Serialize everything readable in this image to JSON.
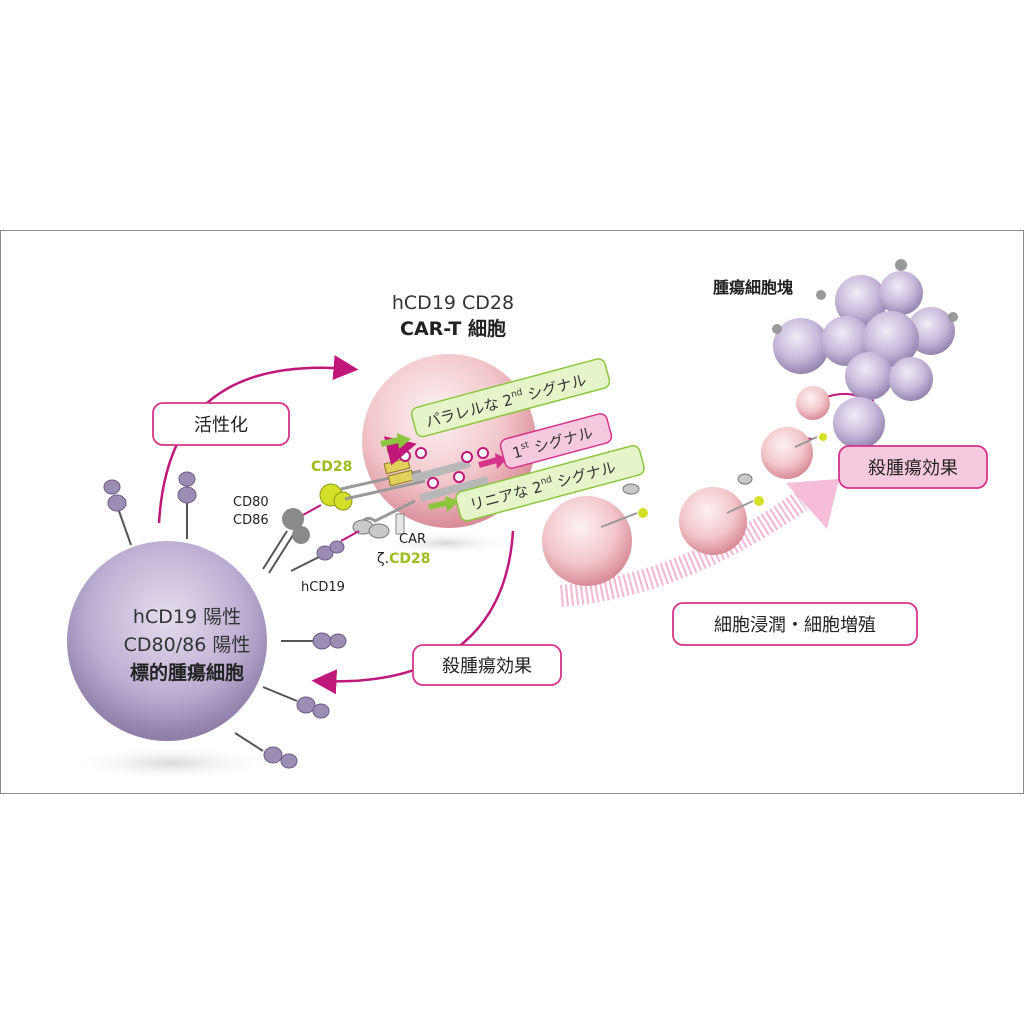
{
  "labels": {
    "car_t_title_1": "hCD19 CD28",
    "car_t_title_2": "CAR-T 細胞",
    "tumor_mass": "腫瘍細胞塊",
    "activation": "活性化",
    "parallel_prefix": "パラレルな 2",
    "parallel_sup": "nd",
    "parallel_suffix": " シグナル",
    "first_prefix": "1",
    "first_sup": "st",
    "first_suffix": " シグナル",
    "linear_prefix": "リニアな 2",
    "linear_sup": "nd",
    "linear_suffix": " シグナル",
    "cd28_top": "CD28",
    "cd80": "CD80",
    "cd86": "CD86",
    "car": "CAR",
    "zeta_prefix": "ζ.",
    "zeta_cd28": "CD28",
    "hcd19": "hCD19",
    "target_line1": "hCD19 陽性",
    "target_line2": "CD80/86 陽性",
    "target_line3": "標的腫瘍細胞",
    "kill_center": "殺腫瘍効果",
    "kill_right": "殺腫瘍効果",
    "infiltration": "細胞浸潤・細胞増殖"
  },
  "colors": {
    "magenta": "#c0177a",
    "green_text": "#9cbc1e",
    "green_box_fill": "#e5f5c9",
    "green_box_stroke": "#8cc63f",
    "pink_box_fill": "#f7c9df",
    "pink_box_stroke": "#d6338a",
    "tumor_purple": "#b7a8cc",
    "cart_pink": "#f2c3c8"
  }
}
